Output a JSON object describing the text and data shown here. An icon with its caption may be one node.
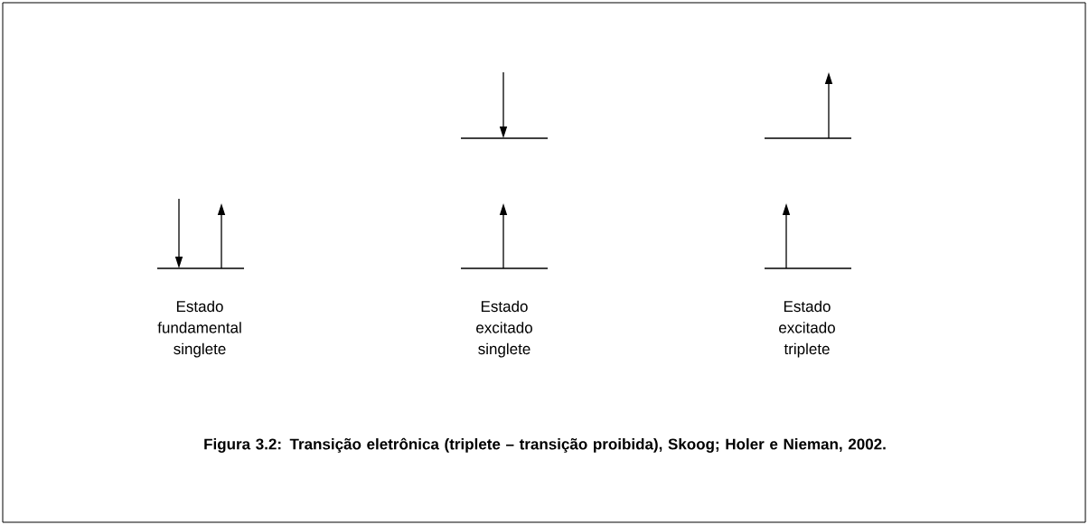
{
  "diagram": {
    "caption": "Figura 3.2: Transição eletrônica (triplete – transição proibida), Skoog; Holer e Nieman, 2002.",
    "labels": [
      "Estado fundamental singlete",
      "Estado excitado singlete",
      "Estado excitado triplete"
    ]
  }
}
